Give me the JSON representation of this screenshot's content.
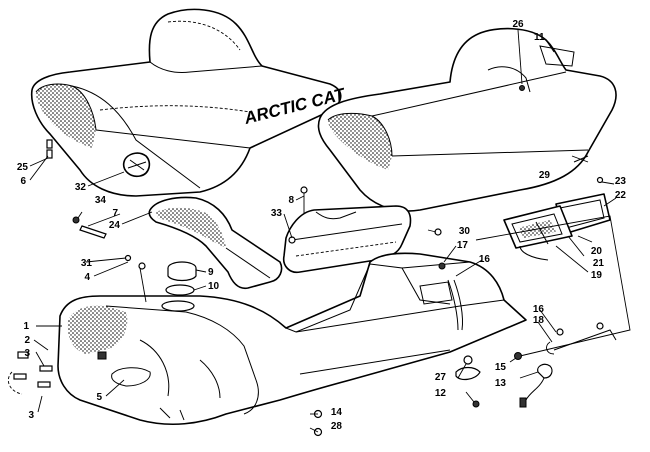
{
  "brand_text": "ARCTIC CAT",
  "callouts": {
    "c1": "1",
    "c2": "2",
    "c3a": "3",
    "c3b": "3",
    "c4": "4",
    "c5": "5",
    "c6": "6",
    "c7": "7",
    "c8": "8",
    "c9": "9",
    "c10": "10",
    "c11": "11",
    "c12": "12",
    "c13": "13",
    "c14": "14",
    "c15": "15",
    "c16a": "16",
    "c16b": "16",
    "c17": "17",
    "c18": "18",
    "c19": "19",
    "c20": "20",
    "c21": "21",
    "c22": "22",
    "c23": "23",
    "c24": "24",
    "c25": "25",
    "c26": "26",
    "c27": "27",
    "c28": "28",
    "c29": "29",
    "c30": "30",
    "c31": "31",
    "c32": "32",
    "c33": "33",
    "c34": "34"
  }
}
